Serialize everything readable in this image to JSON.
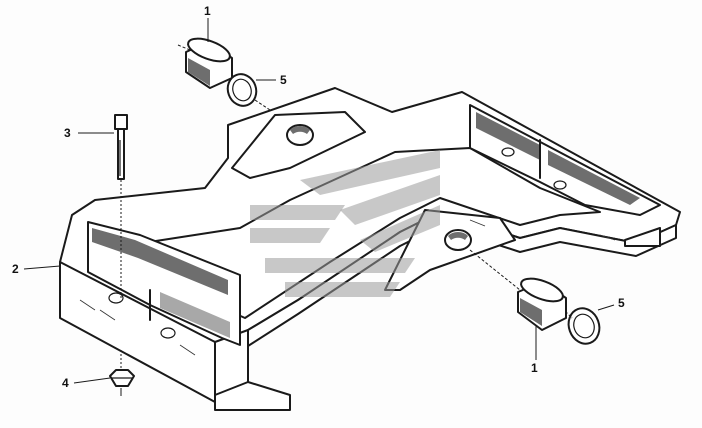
{
  "diagram": {
    "callouts": [
      {
        "id": "c1-top",
        "label": "1",
        "part": "bushing"
      },
      {
        "id": "c5-top",
        "label": "5",
        "part": "washer"
      },
      {
        "id": "c3",
        "label": "3",
        "part": "bolt"
      },
      {
        "id": "c2",
        "label": "2",
        "part": "frame"
      },
      {
        "id": "c4",
        "label": "4",
        "part": "nut"
      },
      {
        "id": "c1-bottom",
        "label": "1",
        "part": "bushing"
      },
      {
        "id": "c5-bottom",
        "label": "5",
        "part": "washer"
      }
    ]
  }
}
